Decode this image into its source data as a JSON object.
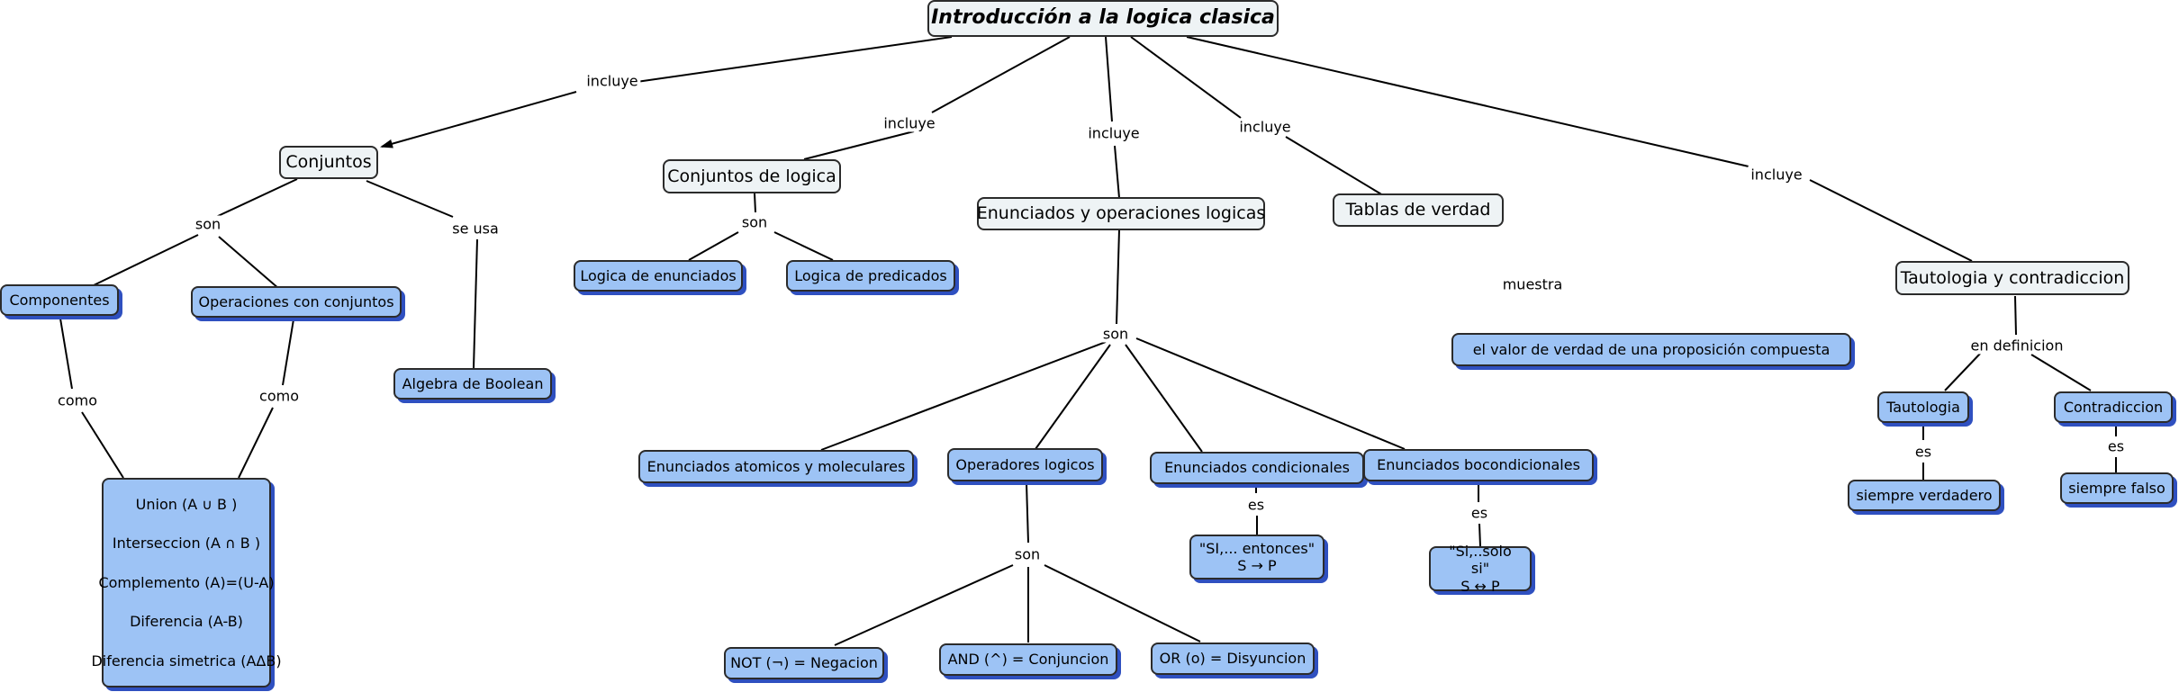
{
  "root": "Introducción a la logica clasica",
  "nodes": {
    "conjuntos": "Conjuntos",
    "conjuntos_logica": "Conjuntos de logica",
    "enunciados_ops": "Enunciados y operaciones logicas",
    "tablas_verdad": "Tablas de verdad",
    "tautologia_contradiccion": "Tautologia y contradiccion",
    "componentes": "Componentes",
    "operaciones_conjuntos": "Operaciones con conjuntos",
    "algebra_boolean": "Algebra de Boolean",
    "logica_enunciados": "Logica de enunciados",
    "logica_predicados": "Logica de predicados",
    "valor_verdad": "el valor de verdad de una proposición compuesta",
    "tautologia": "Tautologia",
    "contradiccion": "Contradiccion",
    "siempre_verdadero": "siempre verdadero",
    "siempre_falso": "siempre falso",
    "atomicos": "Enunciados atomicos y moleculares",
    "operadores": "Operadores logicos",
    "condicionales": "Enunciados condicionales",
    "bicondicionales": "Enunciados bocondicionales",
    "si_entonces_1": "\"SI,... entonces\"",
    "si_entonces_2": "S → P",
    "solo_si_1": "\"Si,..solo si\"",
    "solo_si_2": "S ↔ P",
    "not": "NOT (¬) = Negacion",
    "and": "AND (^) = Conjuncion",
    "or": "OR (o) = Disyuncion",
    "set_ops": [
      "Union (A ∪ B )",
      "Interseccion (A ∩ B )",
      "Complemento (A)=(U-A)",
      "Diferencia (A-B)",
      "Diferencia simetrica (AΔB)"
    ]
  },
  "links": {
    "incluye_1": "incluye",
    "incluye_2": "incluye",
    "incluye_3": "incluye",
    "incluye_4": "incluye",
    "incluye_5": "incluye",
    "son_conjuntos": "son",
    "se_usa": "se usa",
    "como_1": "como",
    "como_2": "como",
    "son_logica": "son",
    "son_enunciados": "son",
    "muestra": "muestra",
    "en_definicion": "en definicion",
    "es_tautologia": "es",
    "es_contradiccion": "es",
    "son_operadores": "son",
    "es_condicional": "es",
    "es_bicondicional": "es"
  },
  "colors": {
    "concept_fill": "#eef3f5",
    "leaf_fill": "#9dc3f5",
    "leaf_shadow": "#2f50c0",
    "line": "#000000"
  }
}
